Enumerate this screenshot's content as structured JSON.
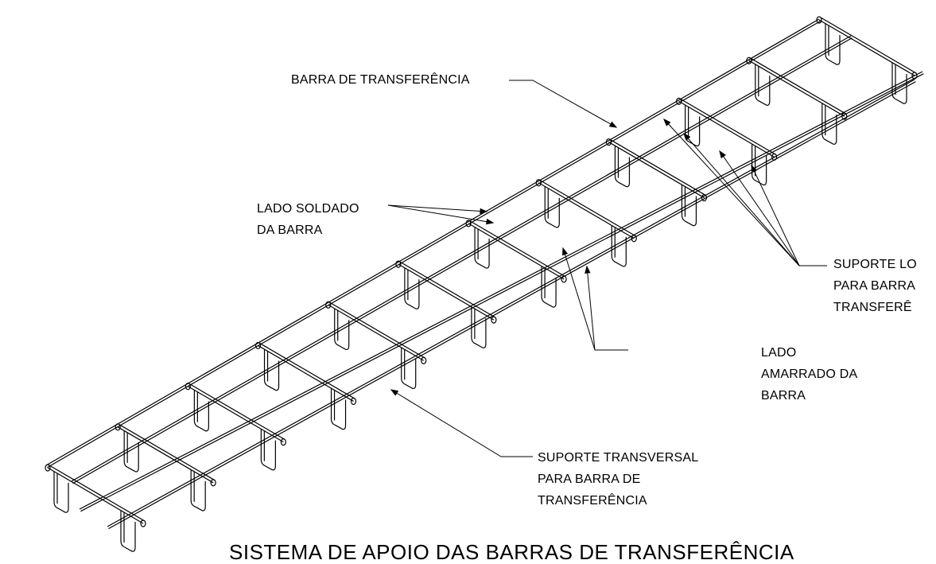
{
  "labels": {
    "barra_transferencia": "BARRA DE TRANSFERÊNCIA",
    "lado_soldado_1": "LADO SOLDADO",
    "lado_soldado_2": "DA BARRA",
    "suporte_long_1": "SUPORTE LO",
    "suporte_long_2": "PARA BARRA",
    "suporte_long_3": "TRANSFERÊ",
    "lado_amarrado_1": "LADO",
    "lado_amarrado_2": "AMARRADO DA",
    "lado_amarrado_3": "BARRA",
    "suporte_trans_1": "SUPORTE TRANSVERSAL",
    "suporte_trans_2": "PARA BARRA DE",
    "suporte_trans_3": "TRANSFERÊNCIA"
  },
  "title": "SISTEMA DE APOIO DAS BARRAS DE TRANSFERÊNCIA",
  "colors": {
    "line": "#000000",
    "background": "#ffffff"
  }
}
